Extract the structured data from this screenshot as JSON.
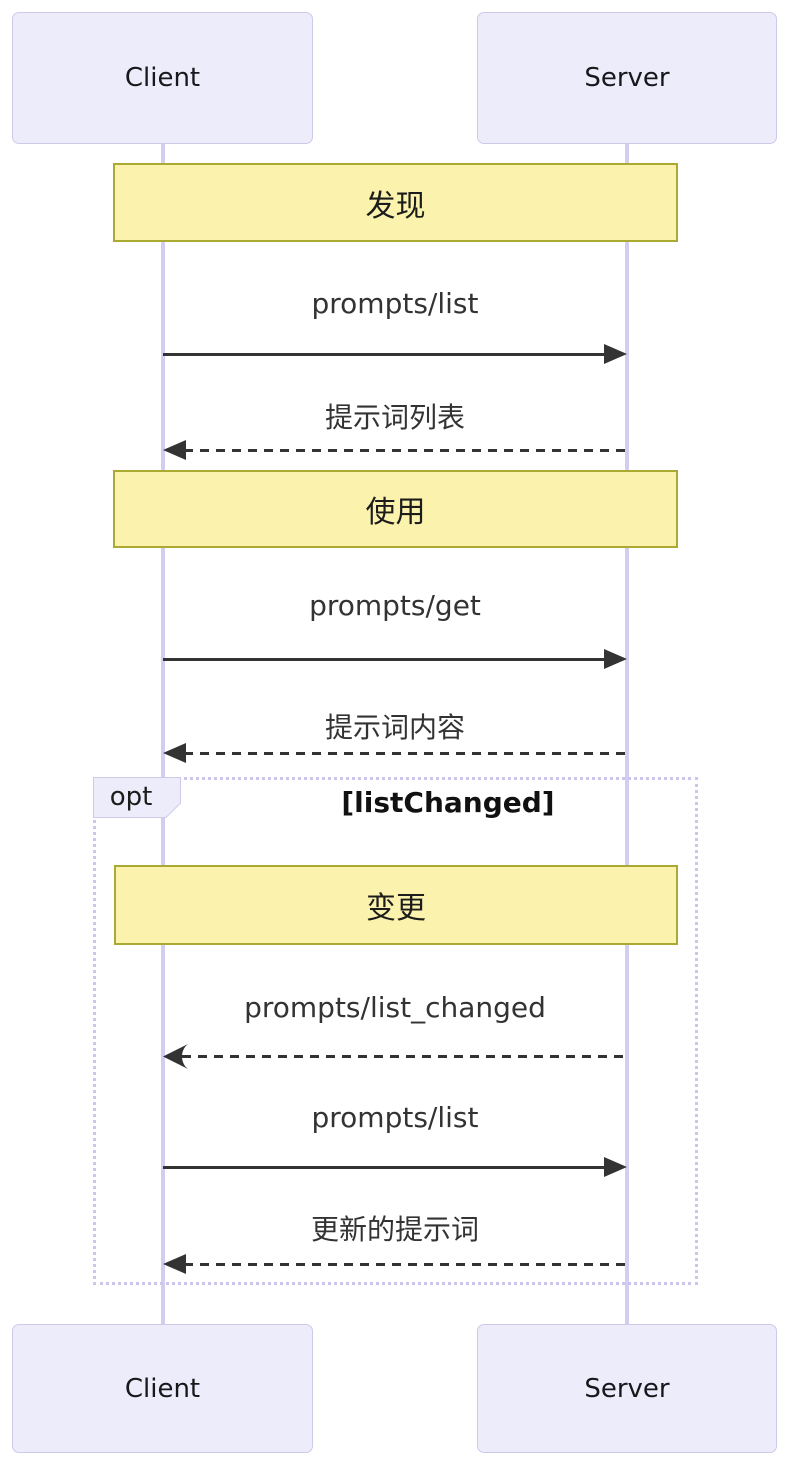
{
  "diagram_type": "sequence",
  "actors": {
    "client": "Client",
    "server": "Server"
  },
  "notes": {
    "discovery": "发现",
    "usage": "使用",
    "change": "变更"
  },
  "opt_fragment": {
    "keyword": "opt",
    "guard": "[listChanged]"
  },
  "messages": {
    "m1": "prompts/list",
    "m2": "提示词列表",
    "m3": "prompts/get",
    "m4": "提示词内容",
    "m5": "prompts/list_changed",
    "m6": "prompts/list",
    "m7": "更新的提示词"
  },
  "colors": {
    "actor_fill": "#ECECFA",
    "actor_border": "#CFC9E9",
    "lifeline": "#D3CDF0",
    "note_fill": "#FBF3AD",
    "note_border": "#AAAA33",
    "frame_border": "#CCC6EC",
    "arrow": "#333333",
    "text": "#1F1F1F"
  }
}
